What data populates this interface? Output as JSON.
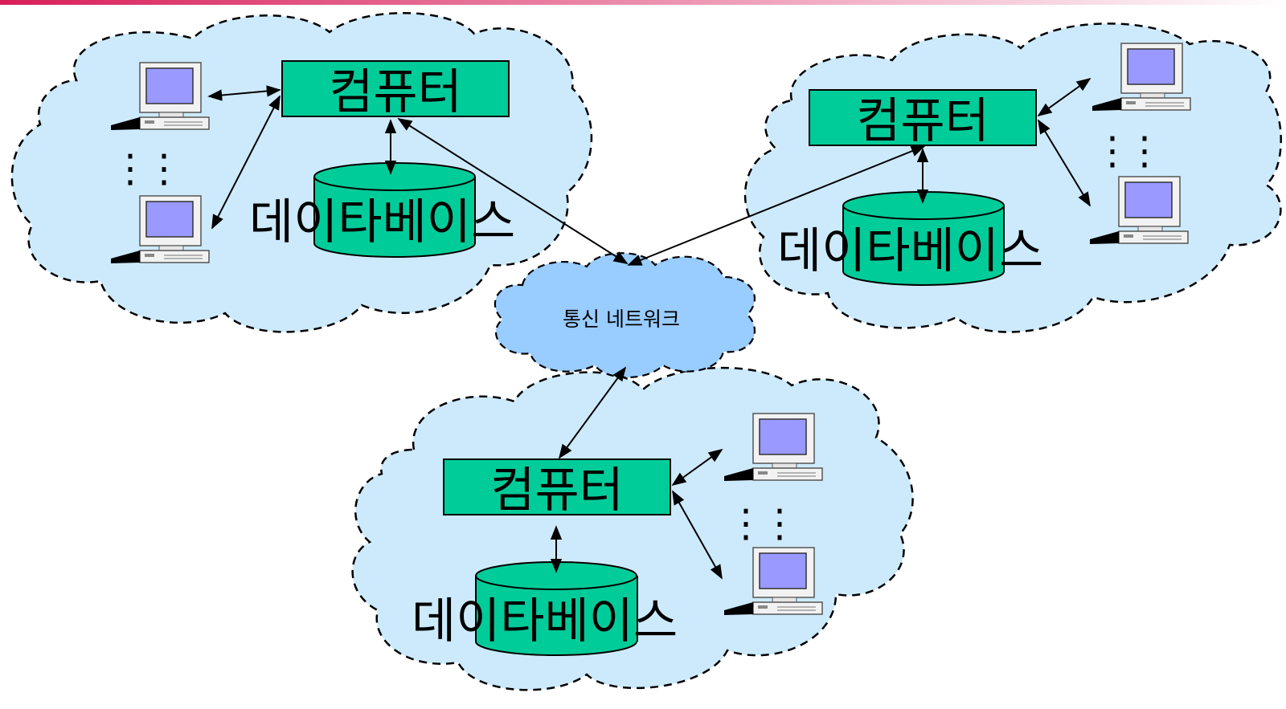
{
  "colors": {
    "top_bar_start": "#d81e5b",
    "top_bar_end": "#ffffff",
    "site_cloud_fill": "#cdeafc",
    "network_cloud_fill": "#99ccff",
    "computer_box_fill": "#00cc99",
    "database_fill": "#00cc99",
    "monitor_screen": "#9999ff",
    "terminal_body": "#f2f2f2"
  },
  "network": {
    "label": "통신 네트워크",
    "icon": "cloud-icon"
  },
  "sites": [
    {
      "id": "site-1",
      "computer_label": "컴퓨터",
      "database_label": "데이타베이스",
      "terminal_icon": "terminal-icon",
      "ellipsis": "⋮"
    },
    {
      "id": "site-2",
      "computer_label": "컴퓨터",
      "database_label": "데이타베이스",
      "terminal_icon": "terminal-icon",
      "ellipsis": "⋮"
    },
    {
      "id": "site-3",
      "computer_label": "컴퓨터",
      "database_label": "데이타베이스",
      "terminal_icon": "terminal-icon",
      "ellipsis": "⋮"
    }
  ]
}
